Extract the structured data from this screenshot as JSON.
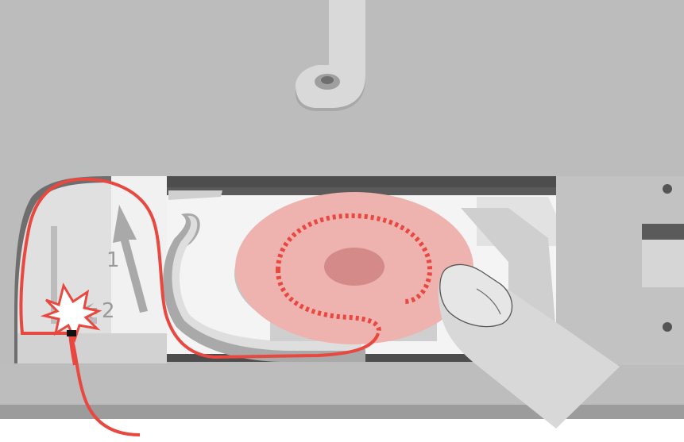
{
  "diagram": {
    "type": "bobbin-threading-illustration",
    "step_labels": [
      "1",
      "2"
    ],
    "icons": [
      "bobbin-icon",
      "finger-icon",
      "thread-icon",
      "thread-cutter-icon",
      "direction-arrow-icon"
    ],
    "colors": {
      "background": "#b9b9b9",
      "plate": "#c6c6c6",
      "thread": "#e8483f",
      "bobbin_fill": "#efb1ae",
      "bobbin_hub": "#d98b89",
      "finger": "#dcdcdc"
    }
  }
}
